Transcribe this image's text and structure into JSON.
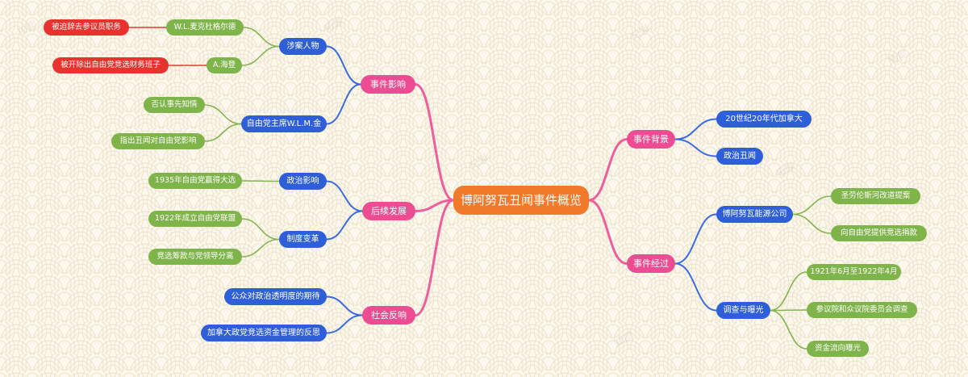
{
  "colors": {
    "background": "#fcf8ee",
    "root": "#f07a2a",
    "level1": "#ec4d92",
    "level2": "#2f5fd8",
    "level3": "#7fb44a",
    "level4": "#e8322d",
    "link_pink": "#ef5d9c",
    "link_blue": "#3a6be0",
    "link_green": "#84b551",
    "link_red": "#e23a35"
  },
  "watermark": "知犀",
  "mindmap": {
    "root": "博阿努瓦丑闻事件概览",
    "background": {
      "label": "事件背景",
      "items": [
        "20世纪20年代加拿大",
        "政治丑闻"
      ]
    },
    "process": {
      "label": "事件经过",
      "company": {
        "label": "博阿努瓦能源公司",
        "items": [
          "圣劳伦斯河改道提案",
          "向自由党提供竞选捐款"
        ]
      },
      "investigation": {
        "label": "调查与曝光",
        "items": [
          "1921年6月至1922年4月",
          "参议院和众议院委员会调查",
          "资金流向曝光"
        ]
      }
    },
    "impact": {
      "label": "事件影响",
      "people": {
        "label": "涉案人物",
        "items": [
          {
            "label": "W.L.麦克杜格尔德",
            "outcome": "被迫辞去参议员职务"
          },
          {
            "label": "A.海登",
            "outcome": "被开除出自由党竞选财务班子"
          }
        ]
      },
      "leader": {
        "label": "自由党主席W.L.M.金",
        "items": [
          "否认事先知情",
          "指出丑闻对自由党影响"
        ]
      }
    },
    "followup": {
      "label": "后续发展",
      "political": {
        "label": "政治影响",
        "items": [
          "1935年自由党赢得大选"
        ]
      },
      "institutional": {
        "label": "制度变革",
        "items": [
          "1922年成立自由党联盟",
          "竞选筹款与党领导分离"
        ]
      }
    },
    "reaction": {
      "label": "社会反响",
      "items": [
        "公众对政治透明度的期待",
        "加拿大政党竞选资金管理的反思"
      ]
    }
  }
}
